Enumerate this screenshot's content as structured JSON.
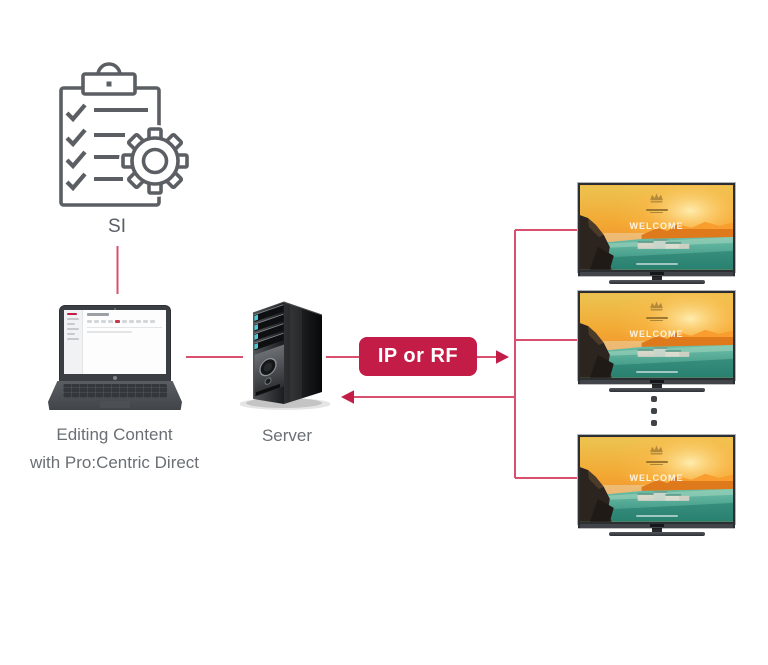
{
  "colors": {
    "brand_red": "#c31c47",
    "connector_pink": "#d9506f",
    "caption_gray": "#6b6f74",
    "icon_outline_gray": "#5b5f63",
    "tv_accent_gold": "#c8a14e"
  },
  "icons": {
    "si": "clipboard-checklist-gear-icon",
    "editor": "laptop-icon",
    "server": "server-tower-icon",
    "display": "tv-icon",
    "hotel_logo": "crown-logo-icon",
    "more_displays": "vertical-ellipsis-icon",
    "forward_arrow": "arrow-right-icon",
    "return_arrow": "arrow-left-icon"
  },
  "diagram": {
    "si": {
      "label": "SI"
    },
    "editor": {
      "caption_line1": "Editing Content",
      "caption_line2": "with Pro:Centric Direct"
    },
    "server": {
      "caption": "Server"
    },
    "transport": {
      "badge_label": "IP or RF"
    },
    "displays": {
      "welcome_text": "WELCOME",
      "visible_count": 3
    }
  }
}
